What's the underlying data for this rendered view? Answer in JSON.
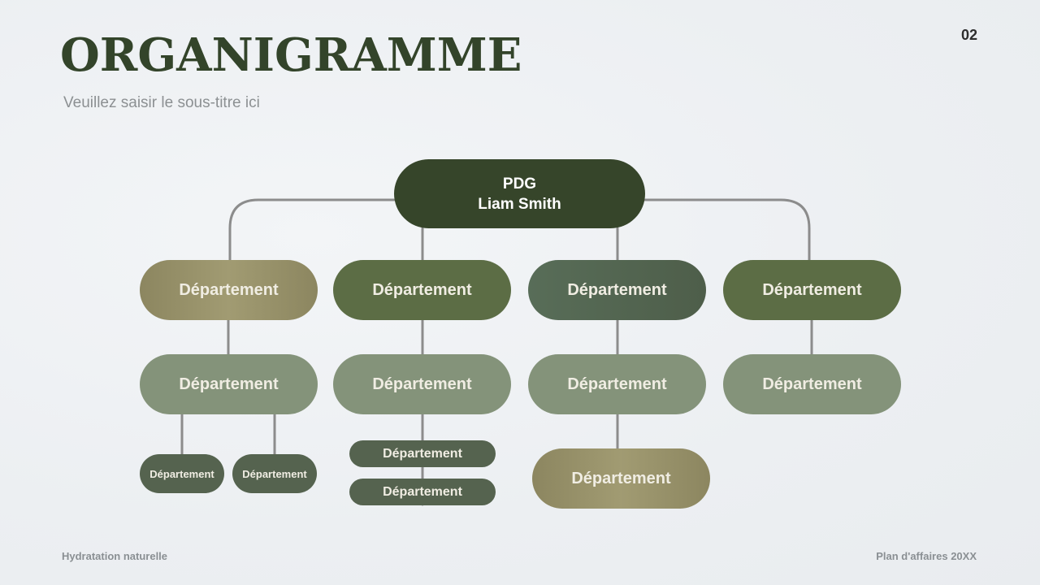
{
  "page_number": "02",
  "title": "ORGANIGRAMME",
  "subtitle": "Veuillez saisir le sous-titre ici",
  "footer": {
    "left": "Hydratation naturelle",
    "right": "Plan d'affaires 20XX"
  },
  "colors": {
    "title": "#33442a",
    "ceo": "#36452a",
    "tan": "#a19b72",
    "green": "#5c6d45",
    "slate": "#4e5e4a",
    "sage": "#84937a",
    "dark": "#55634f",
    "connector": "#8c8c8c"
  },
  "ceo": {
    "role": "PDG",
    "name": "Liam Smith"
  },
  "departments": {
    "level1": [
      "Département",
      "Département",
      "Département",
      "Département"
    ],
    "level2": [
      "Département",
      "Département",
      "Département",
      "Département"
    ],
    "level3": {
      "col1": [
        "Département",
        "Département"
      ],
      "col2": [
        "Département",
        "Département"
      ],
      "col3": [
        "Département"
      ]
    }
  }
}
